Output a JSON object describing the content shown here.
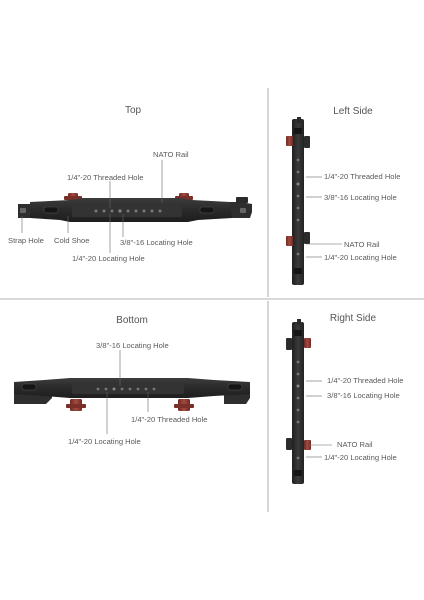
{
  "panels": {
    "top": {
      "title": "Top",
      "labels": {
        "nato_rail": "NATO Rail",
        "threaded_hole": "1/4\"-20 Threaded Hole",
        "strap_hole": "Strap Hole",
        "cold_shoe": "Cold Shoe",
        "locating_38": "3/8\"-16 Locating Hole",
        "locating_14": "1/4\"-20 Locating Hole"
      }
    },
    "left": {
      "title": "Left Side",
      "labels": {
        "threaded_hole": "1/4\"-20 Threaded Hole",
        "locating_38": "3/8\"-16 Locating Hole",
        "nato_rail": "NATO Rail",
        "locating_14": "1/4\"-20 Locating Hole"
      }
    },
    "bottom": {
      "title": "Bottom",
      "labels": {
        "locating_38": "3/8\"-16 Locating Hole",
        "threaded_hole": "1/4\"-20 Threaded Hole",
        "locating_14": "1/4\"-20 Locating Hole"
      }
    },
    "right": {
      "title": "Right Side",
      "labels": {
        "threaded_hole": "1/4\"-20 Threaded Hole",
        "locating_38": "3/8\"-16 Locating Hole",
        "nato_rail": "NATO Rail",
        "locating_14": "1/4\"-20 Locating Hole"
      }
    }
  },
  "colors": {
    "divider": "#9a9a9a",
    "body": "#2b2b2b",
    "body_light": "#3a3a3a",
    "knob": "#8a3a32",
    "leader": "#666666"
  }
}
